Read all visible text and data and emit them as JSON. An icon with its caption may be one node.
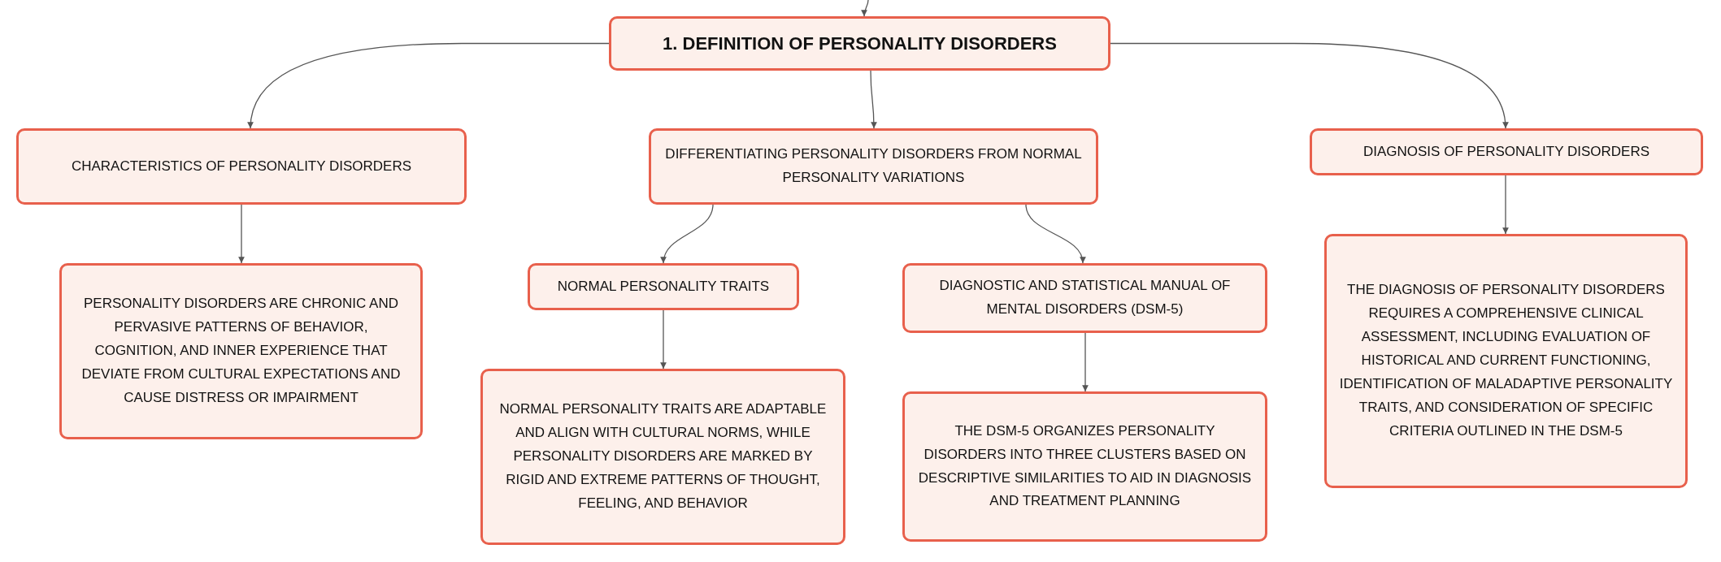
{
  "diagram": {
    "nodes": [
      {
        "text": [
          "1. DEFINITION OF PERSONALITY DISORDERS"
        ]
      },
      {
        "text": [
          "CHARACTERISTICS OF PERSONALITY DISORDERS"
        ]
      },
      {
        "text": [
          "DIFFERENTIATING PERSONALITY DISORDERS FROM NORMAL PERSONALITY VARIATIONS"
        ]
      },
      {
        "text": [
          "DIAGNOSIS OF PERSONALITY DISORDERS"
        ]
      },
      {
        "text": [
          "PERSONALITY DISORDERS ARE CHRONIC AND PERVASIVE PATTERNS OF BEHAVIOR, COGNITION, AND INNER EXPERIENCE THAT DEVIATE FROM CULTURAL EXPECTATIONS AND CAUSE DISTRESS OR IMPAIRMENT"
        ]
      },
      {
        "text": [
          "NORMAL PERSONALITY TRAITS"
        ]
      },
      {
        "text": [
          "DIAGNOSTIC AND STATISTICAL MANUAL OF MENTAL DISORDERS (DSM-5)"
        ]
      },
      {
        "text": [
          "NORMAL PERSONALITY TRAITS ARE ADAPTABLE AND ALIGN WITH CULTURAL NORMS, WHILE PERSONALITY DISORDERS ARE MARKED BY RIGID AND EXTREME PATTERNS OF THOUGHT, FEELING, AND BEHAVIOR"
        ]
      },
      {
        "text": [
          "THE DSM-5 ORGANIZES PERSONALITY DISORDERS INTO THREE CLUSTERS BASED ON DESCRIPTIVE SIMILARITIES TO AID IN DIAGNOSIS AND TREATMENT PLANNING"
        ]
      },
      {
        "text": [
          "THE DIAGNOSIS OF PERSONALITY DISORDERS REQUIRES A COMPREHENSIVE CLINICAL ASSESSMENT, INCLUDING EVALUATION OF HISTORICAL AND CURRENT FUNCTIONING, IDENTIFICATION OF MALADAPTIVE PERSONALITY TRAITS, AND CONSIDERATION OF SPECIFIC CRITERIA OUTLINED IN THE DSM-5"
        ]
      }
    ],
    "edges": [
      {
        "from": null,
        "to": 0,
        "arrow": "to"
      },
      {
        "from": 0,
        "to": 1,
        "arrow": "to"
      },
      {
        "from": 0,
        "to": 2,
        "arrow": "to"
      },
      {
        "from": 0,
        "to": 3,
        "arrow": "to"
      },
      {
        "from": 1,
        "to": 4,
        "arrow": "to"
      },
      {
        "from": 2,
        "to": 5,
        "arrow": "to"
      },
      {
        "from": 2,
        "to": 6,
        "arrow": "to"
      },
      {
        "from": 3,
        "to": 9,
        "arrow": "to"
      },
      {
        "from": 5,
        "to": 7,
        "arrow": "to"
      },
      {
        "from": 6,
        "to": 8,
        "arrow": "to"
      }
    ]
  }
}
